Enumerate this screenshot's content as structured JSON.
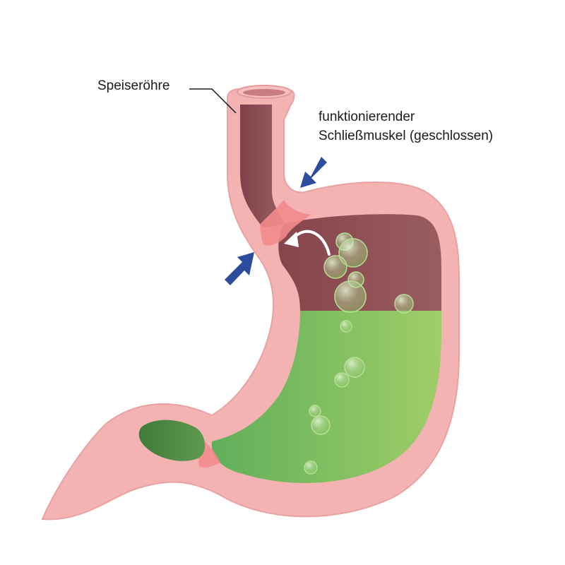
{
  "labels": {
    "esophagus": "Speiseröhre",
    "sphincter_line1": "funktionierender",
    "sphincter_line2": "Schließmuskel (geschlossen)"
  },
  "colors": {
    "wall": "#f4b3b3",
    "wall_edge": "#e59a9a",
    "chamber": "#8c4e54",
    "fluid_light": "#9ccb64",
    "fluid_dark": "#6fb56a",
    "arrow": "#2d4c9e",
    "bubble": "#a8d48c"
  }
}
